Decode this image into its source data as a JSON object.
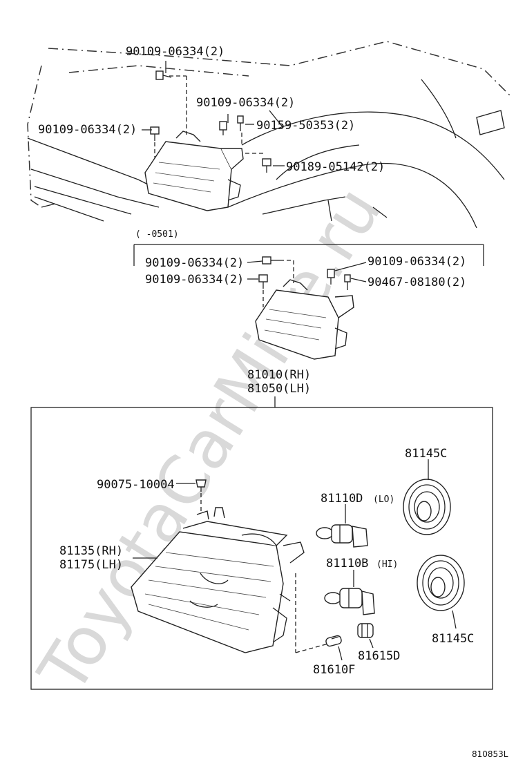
{
  "watermark": "ToyotaCarMine.ru",
  "diagram_id": "810853L",
  "top_section": {
    "bolt_a": "90109-06334(2)",
    "bolt_b": "90109-06334(2)",
    "bolt_c": "90109-06334(2)",
    "screw_d": "90159-50353(2)",
    "clip_e": "90189-05142(2)"
  },
  "middle_section": {
    "range_label": "(      -0501)",
    "bolt_left_1": "90109-06334(2)",
    "bolt_left_2": "90109-06334(2)",
    "bolt_right_1": "90109-06334(2)",
    "screw_right_2": "90467-08180(2)"
  },
  "assembly": {
    "rh": "81010(RH)",
    "lh": "81050(LH)"
  },
  "bottom_section": {
    "pin": "90075-10004",
    "lens_rh": "81135(RH)",
    "lens_lh": "81175(LH)",
    "bulb_lo": "81110D",
    "bulb_lo_tag": "(LO)",
    "bulb_hi": "81110B",
    "bulb_hi_tag": "(HI)",
    "cover_top": "81145C",
    "cover_bottom": "81145C",
    "socket": "81615D",
    "small_bulb": "81610F"
  }
}
